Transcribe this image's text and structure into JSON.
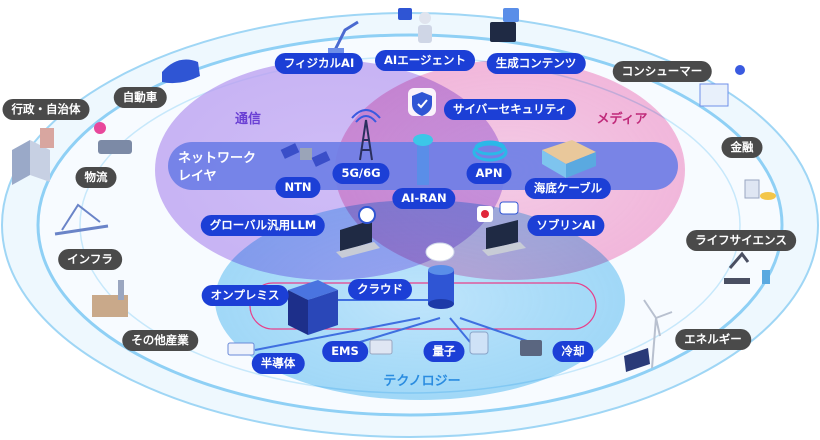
{
  "regions": {
    "communication": "通信",
    "media": "メディア",
    "technology": "テクノロジー"
  },
  "network_layer": {
    "line1": "ネットワーク",
    "line2": "レイヤ"
  },
  "nodes": {
    "physical_ai": "フィジカルAI",
    "ai_agent": "AIエージェント",
    "generative_content": "生成コンテンツ",
    "cybersecurity": "サイバーセキュリティ",
    "sixg": "5G/6G",
    "ntn": "NTN",
    "ai_ran": "AI-RAN",
    "apn": "APN",
    "submarine_cable": "海底ケーブル",
    "global_llm": "グローバル汎用LLM",
    "sovereign_ai": "ソブリンAI",
    "on_premise": "オンプレミス",
    "cloud": "クラウド",
    "ems": "EMS",
    "quantum": "量子",
    "cooling": "冷却",
    "semiconductor": "半導体"
  },
  "industries": {
    "government": "行政・自治体",
    "automotive": "自動車",
    "logistics": "物流",
    "infrastructure": "インフラ",
    "other": "その他産業",
    "consumer": "コンシューマー",
    "finance": "金融",
    "life_science": "ライフサイエンス",
    "energy": "エネルギー"
  },
  "colors": {
    "label_blue": "#1c3fd6",
    "label_grey": "#4a4a4a",
    "communication_circle": "#b89cf0",
    "media_circle": "#f7a3cf",
    "technology_circle": "#8fd3f5",
    "network_band": "#6f7fe6",
    "outer_ring": "#8fd0f5"
  }
}
